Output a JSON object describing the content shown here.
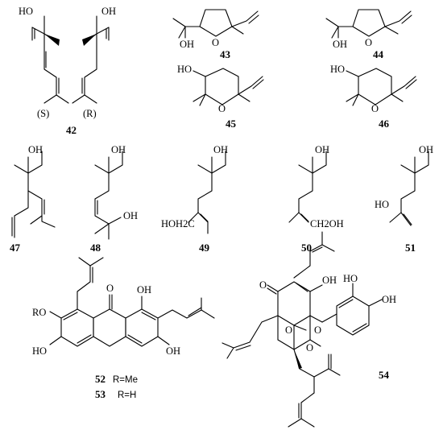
{
  "compounds": {
    "c42": {
      "number": "42",
      "stereo_s": "(S)",
      "stereo_r": "(R)",
      "oh": "HO",
      "oh2": "OH"
    },
    "c43": {
      "number": "43",
      "oh": "OH",
      "o": "O"
    },
    "c44": {
      "number": "44",
      "oh": "OH",
      "o": "O"
    },
    "c45": {
      "number": "45",
      "ho": "HO",
      "o": "O"
    },
    "c46": {
      "number": "46",
      "ho": "HO",
      "o": "O"
    },
    "c47": {
      "number": "47",
      "oh": "OH"
    },
    "c48": {
      "number": "48",
      "oh": "OH",
      "oh2": "OH"
    },
    "c49": {
      "number": "49",
      "oh": "OH",
      "ch2oh": "HOH2C"
    },
    "c50": {
      "number": "50",
      "oh": "OH",
      "ch2oh": "CH2OH"
    },
    "c51": {
      "number": "51",
      "oh": "OH",
      "ho": "HO"
    },
    "c52": {
      "number": "52",
      "r_def": "R=Me",
      "ro": "RO",
      "o": "O",
      "oh_a": "OH",
      "oh_b": "HO",
      "oh_c": "OH"
    },
    "c53": {
      "number": "53",
      "r_def": "R=H"
    },
    "c54": {
      "number": "54",
      "o_ketone": "O",
      "oh_enol": "OH",
      "oh_cat1": "HO",
      "oh_cat2": "OH",
      "o_bridge": "O",
      "o_a": "O",
      "o_b": "O"
    }
  }
}
